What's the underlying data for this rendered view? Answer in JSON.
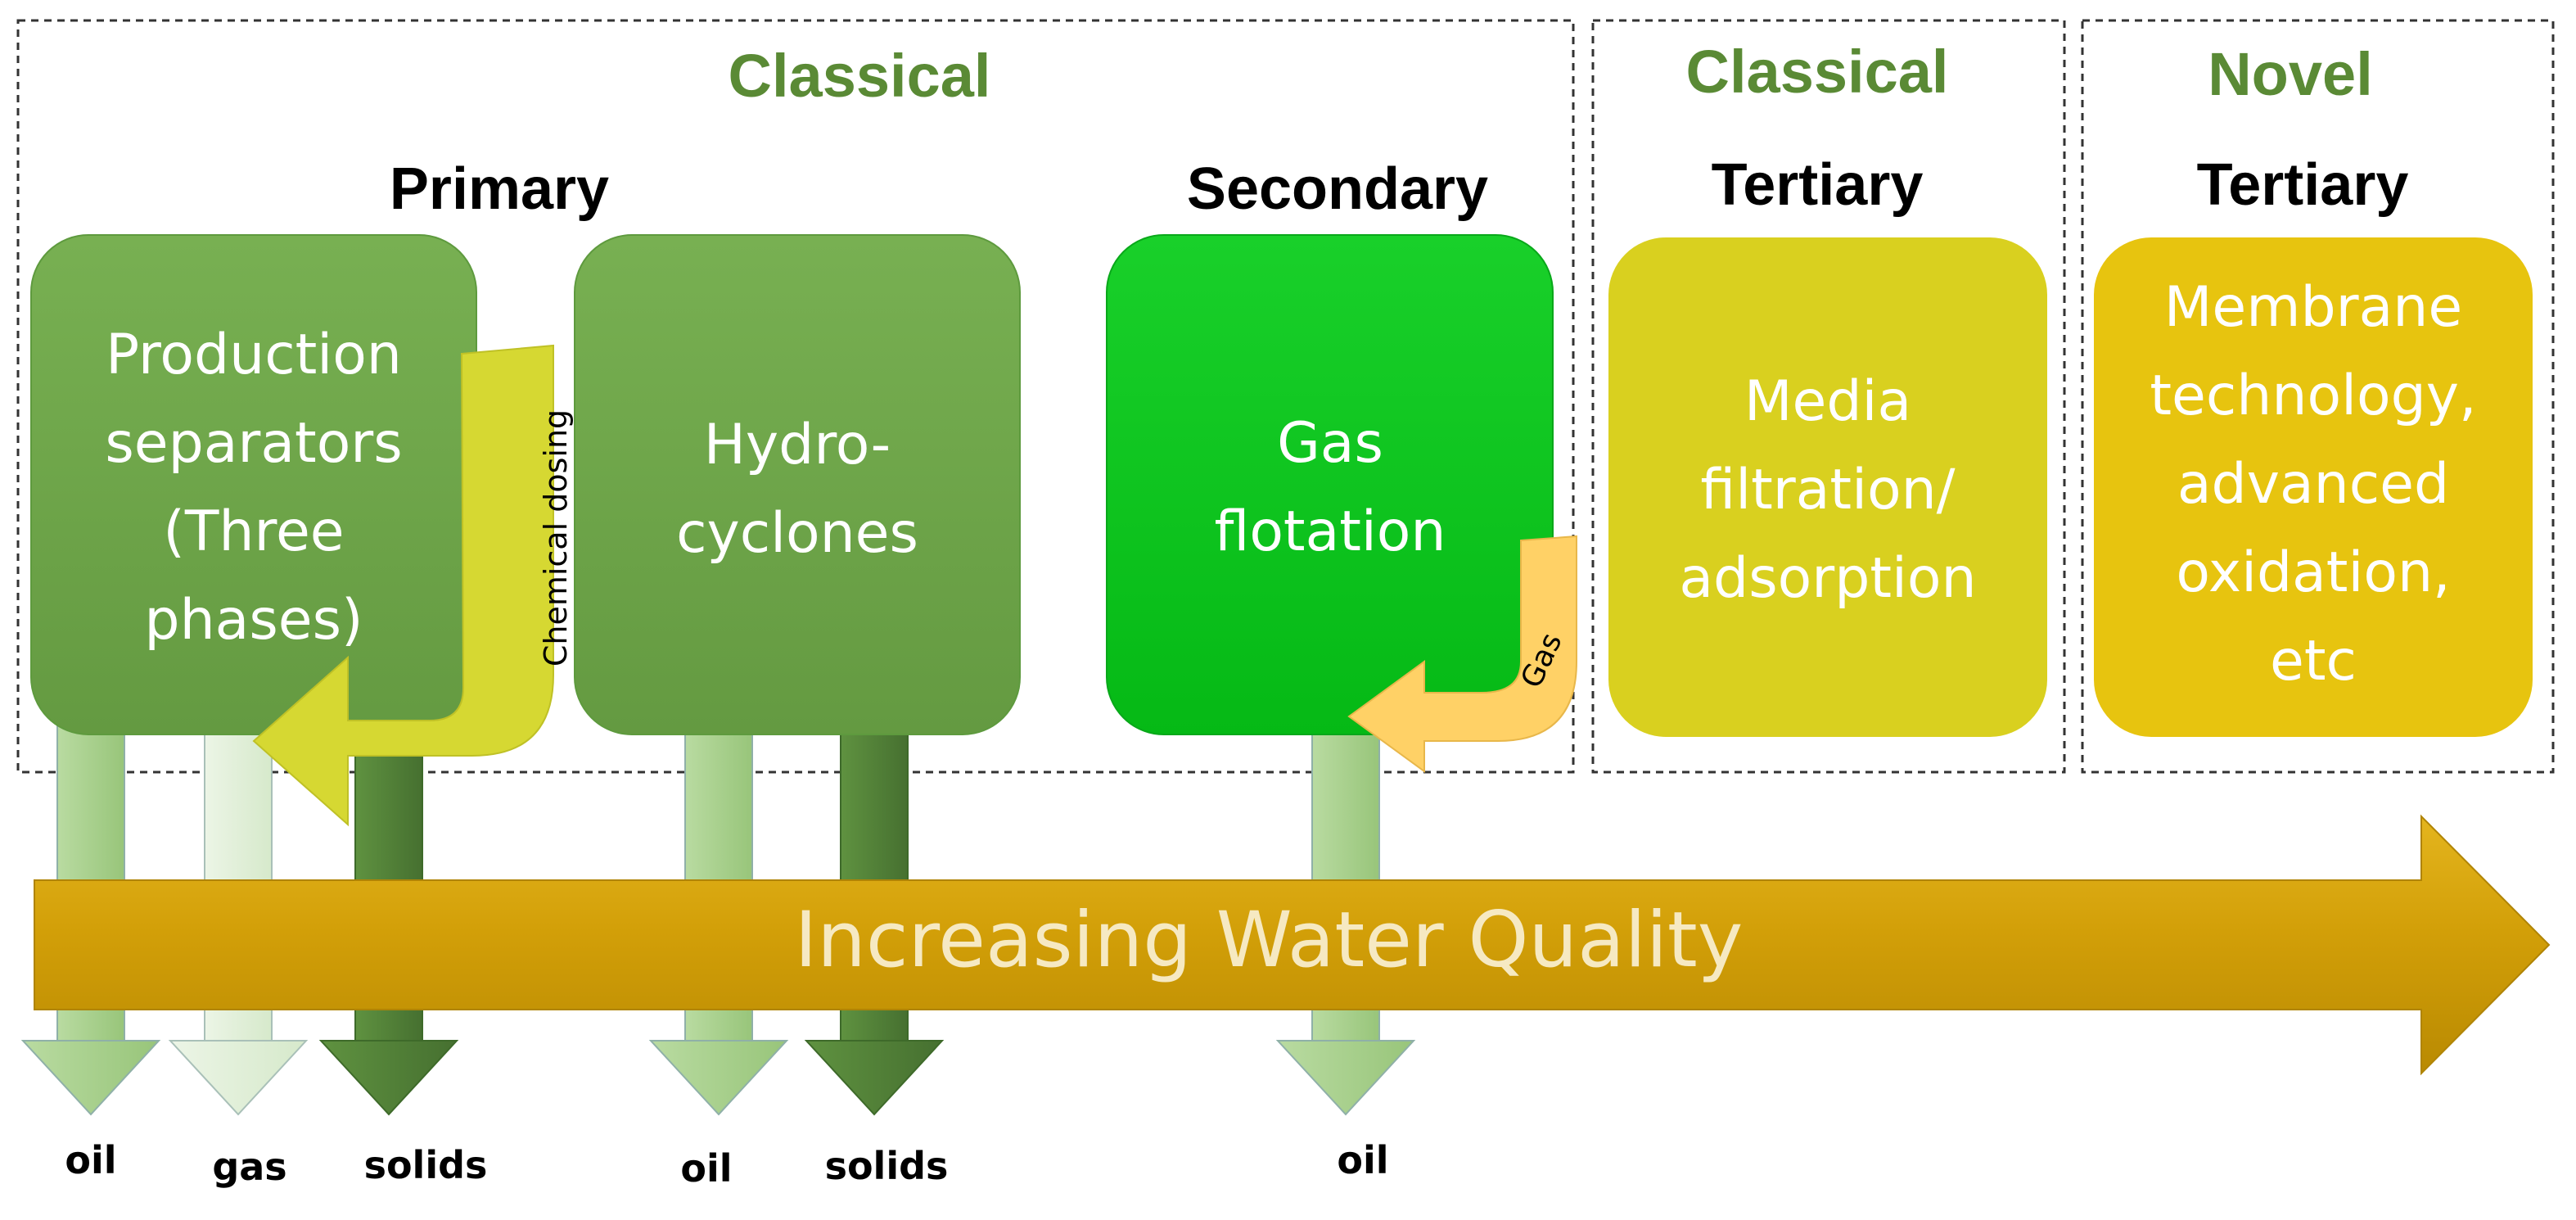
{
  "sections": [
    {
      "category": "Classical",
      "stages": [
        "Primary",
        "Secondary"
      ]
    },
    {
      "category": "Classical",
      "stages": [
        "Tertiary"
      ]
    },
    {
      "category": "Novel",
      "stages": [
        "Tertiary"
      ]
    }
  ],
  "processes": [
    {
      "label": "Production\nseparators\n(Three\nphases)",
      "color": "#6fa84a"
    },
    {
      "label": "Hydro-\ncyclones",
      "color": "#6fa84a"
    },
    {
      "label": "Gas\nflotation",
      "color": "#0cc41e"
    },
    {
      "label": "Media\nfiltration/\nadsorption",
      "color": "#d9d01f"
    },
    {
      "label": "Membrane\ntechnology,\nadvanced\noxidation,\netc",
      "color": "#e7c40f"
    }
  ],
  "inputs": {
    "chemical_dosing": "Chemical dosing",
    "gas": "Gas"
  },
  "outputs": [
    "oil",
    "gas",
    "solids",
    "oil",
    "solids",
    "oil"
  ],
  "quality_arrow": "Increasing Water Quality",
  "colors": {
    "section_title": "#5a8a35",
    "oil_stream": "#a9d18e",
    "gas_stream": "#e2efda",
    "solids_stream": "#548235",
    "quality_arrow": "#d4a106",
    "chemical_arrow": "#d6d832",
    "gas_arrow": "#ffd166"
  }
}
